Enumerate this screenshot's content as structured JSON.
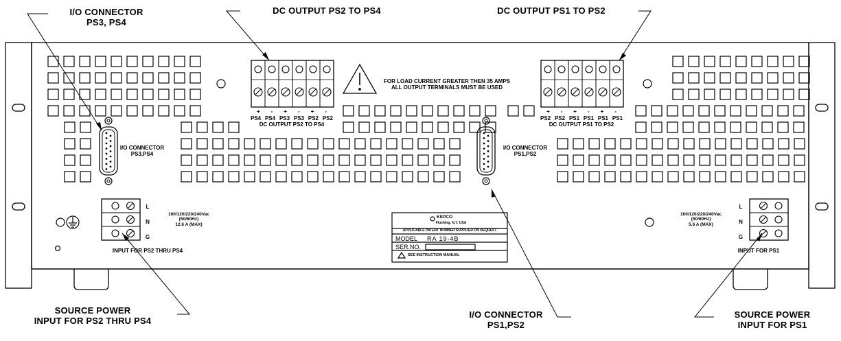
{
  "callouts": {
    "io_ps34": {
      "line1": "I/O CONNECTOR",
      "line2": "PS3, PS4"
    },
    "dc_ps2_ps4": "DC OUTPUT PS2 TO PS4",
    "dc_ps1_ps2": "DC OUTPUT PS1 TO PS2",
    "source_ps2_ps4": {
      "line1": "SOURCE POWER",
      "line2": "INPUT FOR PS2 THRU PS4"
    },
    "io_ps12": {
      "line1": "I/O CONNECTOR",
      "line2": "PS1,PS2"
    },
    "source_ps1": {
      "line1": "SOURCE POWER",
      "line2": "INPUT FOR PS1"
    }
  },
  "panel": {
    "warning": {
      "line1": "FOR LOAD CURRENT GREATER THEN 35 AMPS",
      "line2": "ALL OUTPUT TERMINALS MUST BE USED"
    },
    "left_terminals": {
      "labels": [
        "PS4",
        "PS4",
        "PS3",
        "PS3",
        "PS2",
        "PS2"
      ],
      "polarity": [
        "+",
        "-",
        "+",
        "-",
        "+",
        "-"
      ],
      "caption": "DC OUTPUT PS2 TO PS4"
    },
    "right_terminals": {
      "labels": [
        "PS2",
        "PS2",
        "PS1",
        "PS1",
        "PS1",
        "PS1"
      ],
      "polarity": [
        "+",
        "-",
        "+",
        "-",
        "+",
        "-"
      ],
      "caption": "DC OUTPUT PS1 TO PS2"
    },
    "io_left_label": {
      "line1": "I/O CONNECTOR",
      "line2": "PS3,PS4"
    },
    "io_right_label": {
      "line1": "I/O CONNECTOR",
      "line2": "PS1,PS2"
    },
    "ac_left": {
      "rows": [
        "L",
        "N",
        "G"
      ],
      "rating": {
        "line1": "100/120/220/240Vac",
        "line2": "(50/60Hz)",
        "line3": "12.6 A (MAX)"
      },
      "caption": "INPUT FOR PS2 THRU PS4"
    },
    "ac_right": {
      "rows": [
        "L",
        "N",
        "G"
      ],
      "rating": {
        "line1": "100/120/220/240Vac",
        "line2": "(50/60Hz)",
        "line3": "5.6 A (MAX)"
      },
      "caption": "INPUT FOR PS1"
    },
    "nameplate": {
      "brand": "KEPCO",
      "location": "Flushing, N.Y. USA",
      "patent": "APPLICABLE PATENT NUMBER SUPPLIED ON REQUEST",
      "model_label": "MODEL",
      "model_value": "RA 19-4B",
      "ser_label": "SER.NO.",
      "manual": "SEE INSTRUCTION MANUAL"
    }
  }
}
